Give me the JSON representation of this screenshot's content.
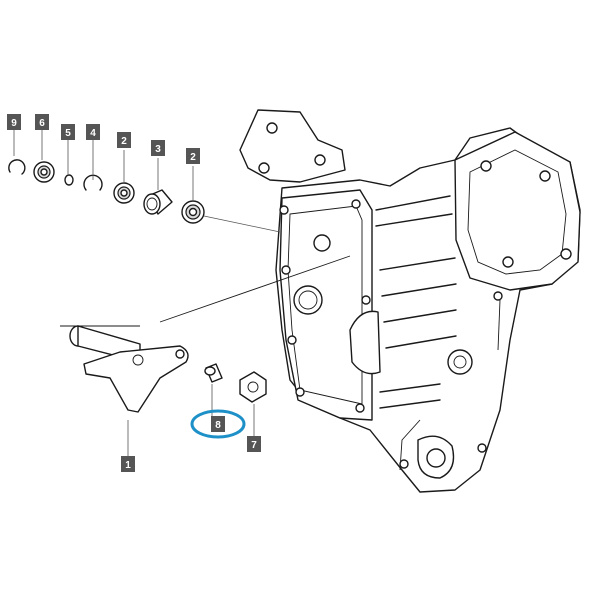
{
  "callouts": [
    {
      "id": "c9",
      "label": "9"
    },
    {
      "id": "c6",
      "label": "6"
    },
    {
      "id": "c5",
      "label": "5"
    },
    {
      "id": "c4",
      "label": "4"
    },
    {
      "id": "c2a",
      "label": "2"
    },
    {
      "id": "c3",
      "label": "3"
    },
    {
      "id": "c2b",
      "label": "2"
    },
    {
      "id": "c1",
      "label": "1"
    },
    {
      "id": "c8",
      "label": "8"
    },
    {
      "id": "c7",
      "label": "7"
    }
  ],
  "colors": {
    "callout_fill": "#555555",
    "highlight_ring": "#1e90c8",
    "line": "#1a1a1a"
  },
  "highlighted_part": "8"
}
